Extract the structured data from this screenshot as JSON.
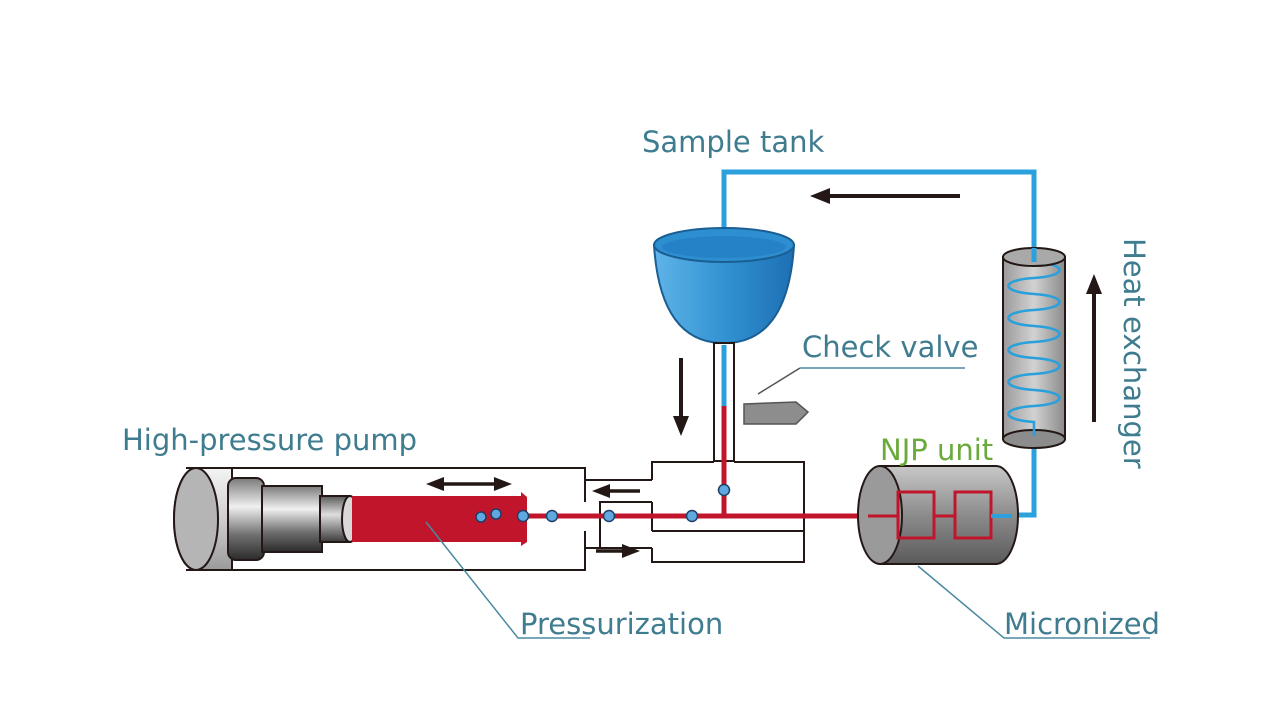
{
  "labels": {
    "sample_tank": "Sample tank",
    "heat_exchanger": "Heat exchanger",
    "check_valve": "Check valve",
    "njp_unit": "NJP unit",
    "high_pressure_pump": "High-pressure pump",
    "pressurization": "Pressurization",
    "micronized": "Micronized"
  },
  "colors": {
    "label_teal": "#3f7c8f",
    "label_green": "#6aaa3a",
    "pipe_blue": "#2aa0dc",
    "pipe_red": "#c0152a",
    "tank_blue": "#2d8fd0",
    "leader_line": "#4a8aa0",
    "arrow": "#231815"
  }
}
